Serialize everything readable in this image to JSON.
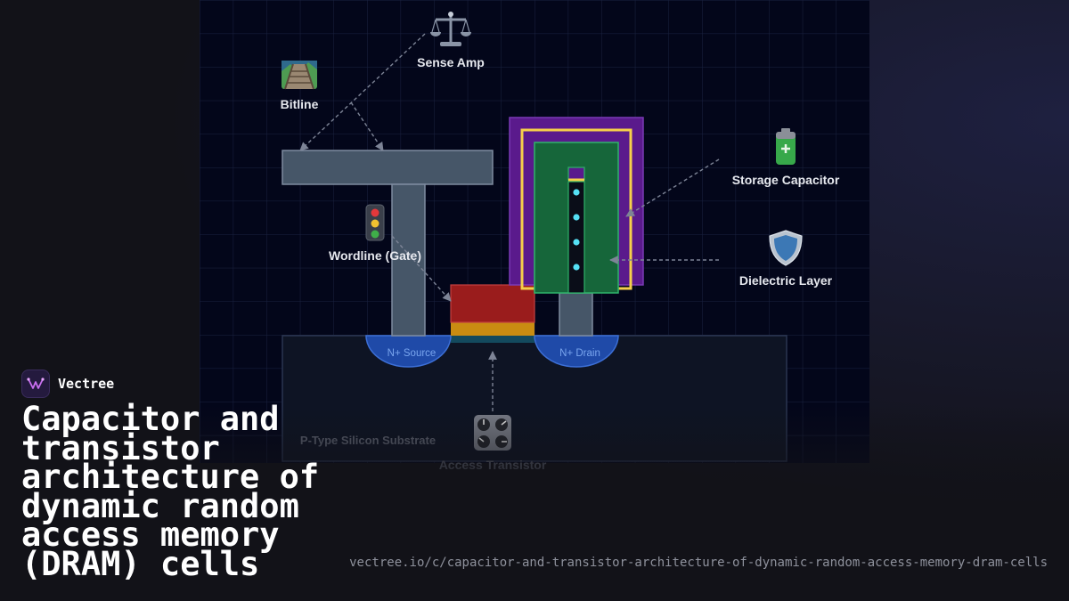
{
  "brand": {
    "name": "Vectree"
  },
  "title": "Capacitor and transistor architecture of dynamic random access memory (DRAM) cells",
  "url": "vectree.io/c/capacitor-and-transistor-architecture-of-dynamic-random-access-memory-dram-cells",
  "diagram": {
    "labels": {
      "sense_amp": "Sense Amp",
      "bitline": "Bitline",
      "wordline": "Wordline (Gate)",
      "storage_capacitor": "Storage Capacitor",
      "dielectric_layer": "Dielectric Layer",
      "substrate": "P-Type Silicon Substrate",
      "access_transistor": "Access Transistor",
      "n_source": "N+ Source",
      "n_drain": "N+ Drain"
    },
    "icons": {
      "sense_amp": "balance-scale-icon",
      "bitline": "railway-track-icon",
      "wordline": "traffic-light-icon",
      "storage_capacitor": "battery-icon",
      "dielectric_layer": "shield-icon",
      "access_transistor": "control-knobs-icon"
    },
    "colors": {
      "background": "#03061a",
      "grid": "#1a2240",
      "metal": "#465668",
      "gate": "#9a1c1c",
      "gate_oxide": "#c98c12",
      "n_region": "#1f4aa8",
      "dielectric": "#5a1a8c",
      "outer_electrode": "#f5d04a",
      "capacitor_body": "#16663a",
      "charge": "#55e0f5"
    }
  }
}
